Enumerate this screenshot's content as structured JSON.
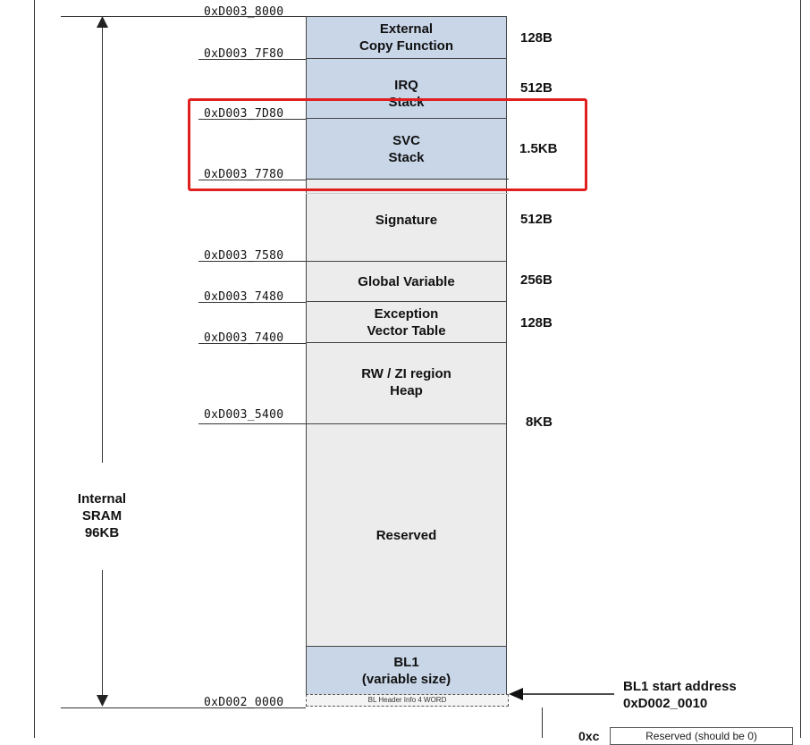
{
  "blocks": {
    "external_copy": "External\nCopy Function",
    "irq_stack": "IRQ\nStack",
    "svc_stack": "SVC\nStack",
    "signature": "Signature",
    "global_variable": "Global Variable",
    "exception_vector": "Exception\nVector Table",
    "rw_zi_heap": "RW / ZI region\nHeap",
    "reserved": "Reserved",
    "bl1": "BL1\n(variable size)",
    "bl_header": "BL Header Info 4 WORD"
  },
  "addresses": {
    "a8000": "0xD003_8000",
    "a7f80": "0xD003_7F80",
    "a7d80": "0xD003_7D80",
    "a7780": "0xD003_7780",
    "a7580": "0xD003_7580",
    "a7480": "0xD003_7480",
    "a7400": "0xD003_7400",
    "a5400": "0xD003_5400",
    "a0000": "0xD002_0000"
  },
  "sizes": {
    "external_copy": "128B",
    "irq_stack": "512B",
    "svc_stack": "1.5KB",
    "signature": "512B",
    "global_variable": "256B",
    "exception_vector": "128B",
    "heap": "8KB"
  },
  "sram_label": "Internal\nSRAM\n96KB",
  "bl1_start": {
    "title": "BL1 start address",
    "address": "0xD002_0010"
  },
  "partial": {
    "prefix": "0xc",
    "reserved_box": "Reserved (should be 0)"
  },
  "colors": {
    "highlight": "#e02020",
    "block_blue": "#c8d6e8",
    "block_gray": "#ececec"
  }
}
